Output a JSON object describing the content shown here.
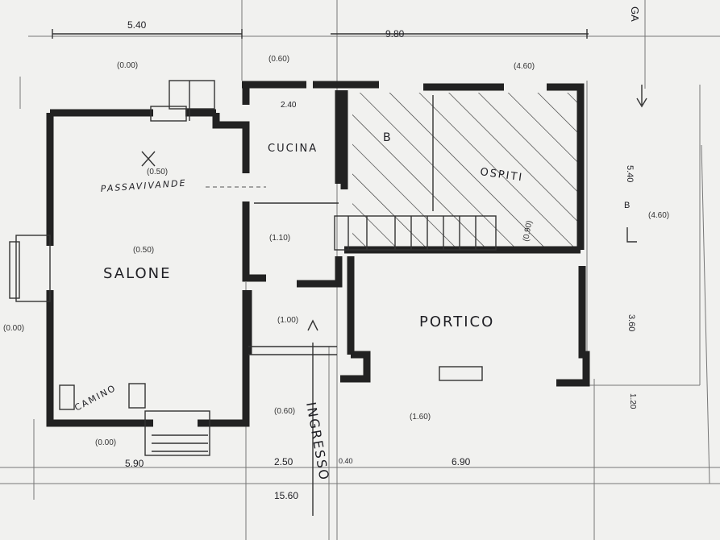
{
  "rooms": {
    "salone": "SALONE",
    "cucina": "CUCINA",
    "ospiti": "OSPITI",
    "portico": "PORTICO",
    "ingresso": "INGRESSO",
    "camino": "CAMINO",
    "passavivande": "PASSAVIVANDE",
    "b_room": "B"
  },
  "dimensions": {
    "top_left_span": "5.40",
    "top_mid_span": "9.80",
    "bottom_left_span": "5.90",
    "bottom_mid_span": "2.50",
    "bottom_gap": "0.40",
    "bottom_right_span": "6.90",
    "bottom_total": "15.60",
    "cucina_width": "2.40",
    "right_vertical_1": "5.40",
    "right_vertical_2": "3.60",
    "right_vertical_3": "1.20"
  },
  "levels": {
    "top_left": "(0.00)",
    "top_cucina": "(0.60)",
    "top_ospiti": "(4.60)",
    "salone_upper": "(0.50)",
    "salone": "(0.50)",
    "hall": "(1.10)",
    "ingresso_upper": "(1.00)",
    "ingresso": "(0.60)",
    "portico": "(1.60)",
    "bottom_left": "(0.00)",
    "right_side": "(4.60)",
    "stair": "(0.90)",
    "left_edge": "(0.00)"
  },
  "markers": {
    "section_b": "B",
    "corner_text": "GA",
    "x_mark": "X"
  },
  "colors": {
    "ink": "#222222",
    "paper": "#f1f1ef"
  }
}
